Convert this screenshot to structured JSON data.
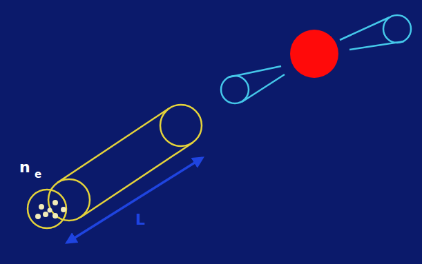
{
  "diagram": {
    "labels": [
      "n",
      "e",
      "L"
    ]
  }
}
